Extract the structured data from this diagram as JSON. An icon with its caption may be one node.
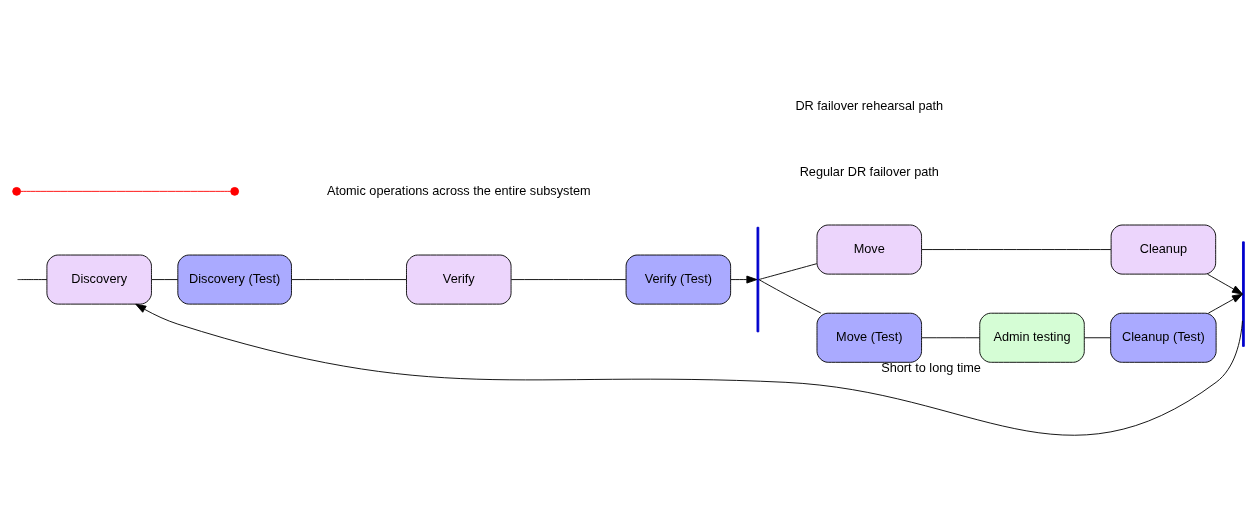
{
  "diagram": {
    "nodes": [
      {
        "text": [
          "Discovery"
        ]
      },
      {
        "text": [
          "Discovery (Test)"
        ]
      },
      {
        "text": [
          "Verify"
        ]
      },
      {
        "text": [
          "Verify (Test)"
        ]
      },
      {
        "text": [],
        "shape": "bar"
      },
      {
        "text": [
          "Move"
        ]
      },
      {
        "text": [
          "Cleanup"
        ]
      },
      {
        "text": [
          "Move (Test)"
        ]
      },
      {
        "text": [
          "Admin testing"
        ],
        "beside": [
          "Short to long time"
        ]
      },
      {
        "text": [
          "Cleanup (Test)"
        ]
      },
      {
        "text": [],
        "shape": "bar"
      }
    ],
    "edges": [
      {
        "from": null,
        "to": 0,
        "arrow": "none"
      },
      {
        "from": 0,
        "to": 1,
        "arrow": "none"
      },
      {
        "from": 1,
        "to": 2,
        "arrow": "none"
      },
      {
        "from": 2,
        "to": 3,
        "arrow": "none"
      },
      {
        "from": 3,
        "to": 4,
        "arrow": "to"
      },
      {
        "from": 4,
        "to": 5,
        "arrow": "none"
      },
      {
        "from": 5,
        "to": 6,
        "arrow": "none"
      },
      {
        "from": 6,
        "to": 10,
        "arrow": "to"
      },
      {
        "from": 4,
        "to": 7,
        "arrow": "none"
      },
      {
        "from": 7,
        "to": 8,
        "arrow": "none"
      },
      {
        "from": 8,
        "to": 9,
        "arrow": "none"
      },
      {
        "from": 9,
        "to": 10,
        "arrow": "to"
      },
      {
        "from": 10,
        "to": 0,
        "arrow": "to"
      }
    ],
    "labels": [
      "Regular DR failover path",
      "DR failover rehearsal path"
    ],
    "legend": [
      {
        "text": "Atomic operations across the entire subsystem"
      }
    ]
  }
}
